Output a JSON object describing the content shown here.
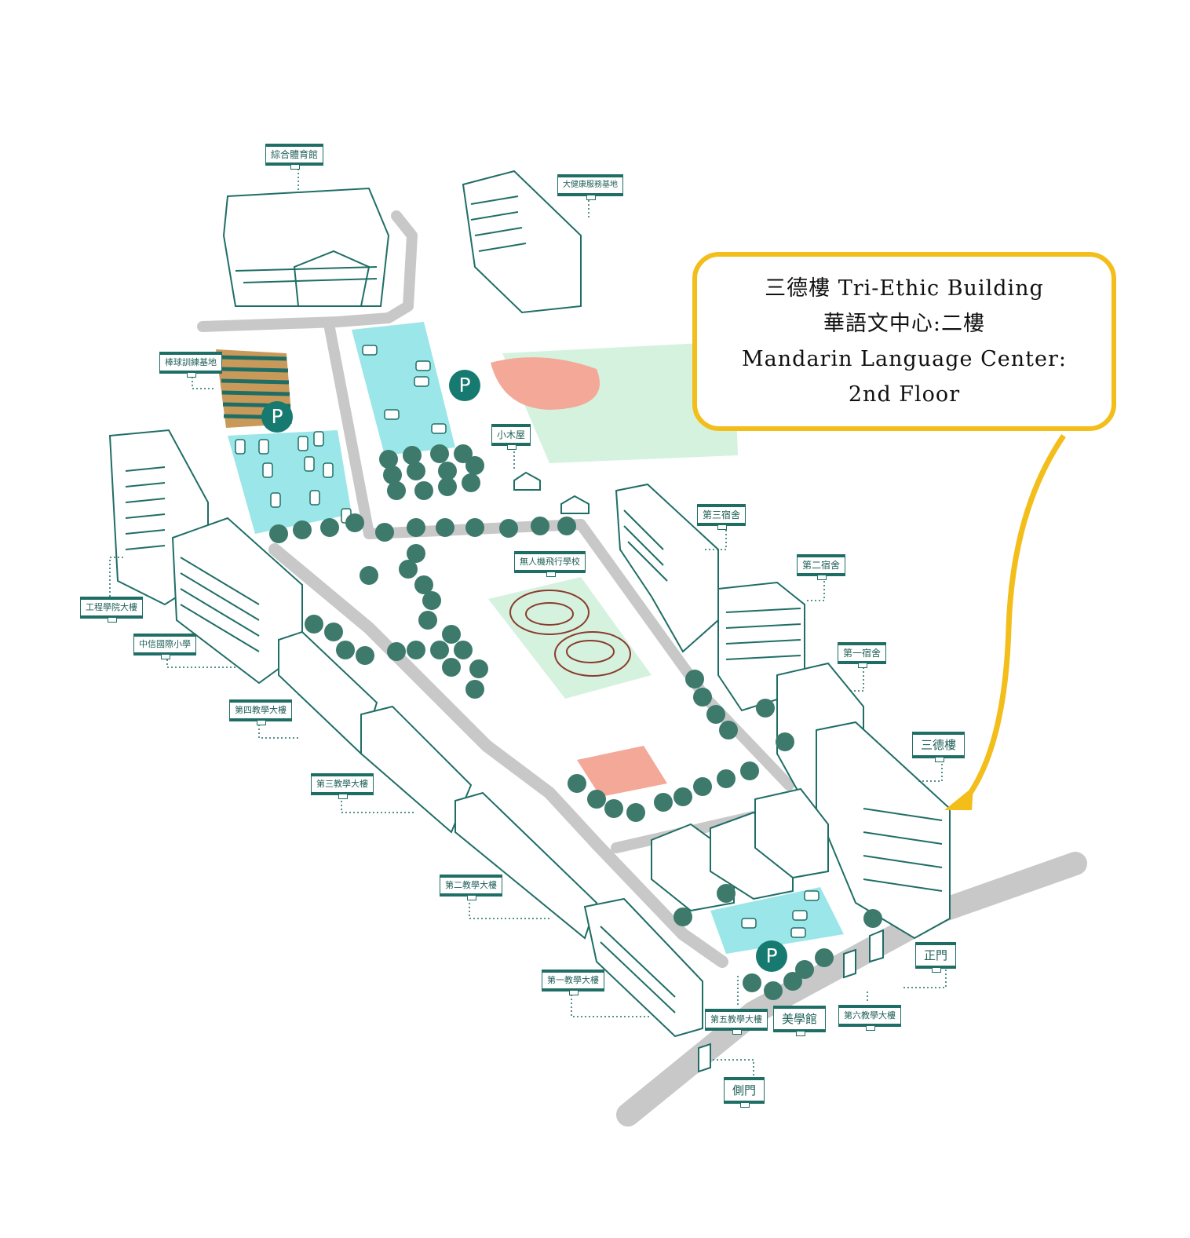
{
  "callout": {
    "line1": "三德樓 Tri-Ethic Building",
    "line2": "華語文中心:二樓",
    "line3": "Mandarin Language Center:",
    "line4": "2nd Floor"
  },
  "labels": {
    "gym": "綜合體育館",
    "health": "大健康服務基地",
    "baseball": "棒球訓練基地",
    "cabin": "小木屋",
    "drone": "無人機飛行學校",
    "dorm3": "第三宿舍",
    "dorm2": "第二宿舍",
    "dorm1": "第一宿舍",
    "engineering": "工程學院大樓",
    "primary": "中信國際小學",
    "teach4": "第四教學大樓",
    "teach3": "第三教學大樓",
    "teach2": "第二教學大樓",
    "teach1": "第一教學大樓",
    "sande": "三德樓",
    "teach5": "第五教學大樓",
    "art": "美學館",
    "teach6": "第六教學大樓",
    "main_gate": "正門",
    "side_gate": "側門"
  },
  "parking_symbol": "P",
  "colors": {
    "road": "#c8c8c8",
    "building_stroke": "#1f6e66",
    "tree": "#3d7a6c",
    "parking_area": "#9be6e8",
    "field_green": "#d5f2df",
    "court_pink": "#f3a898",
    "callout_border": "#f3bd1a",
    "arrow": "#f3bd1a"
  }
}
